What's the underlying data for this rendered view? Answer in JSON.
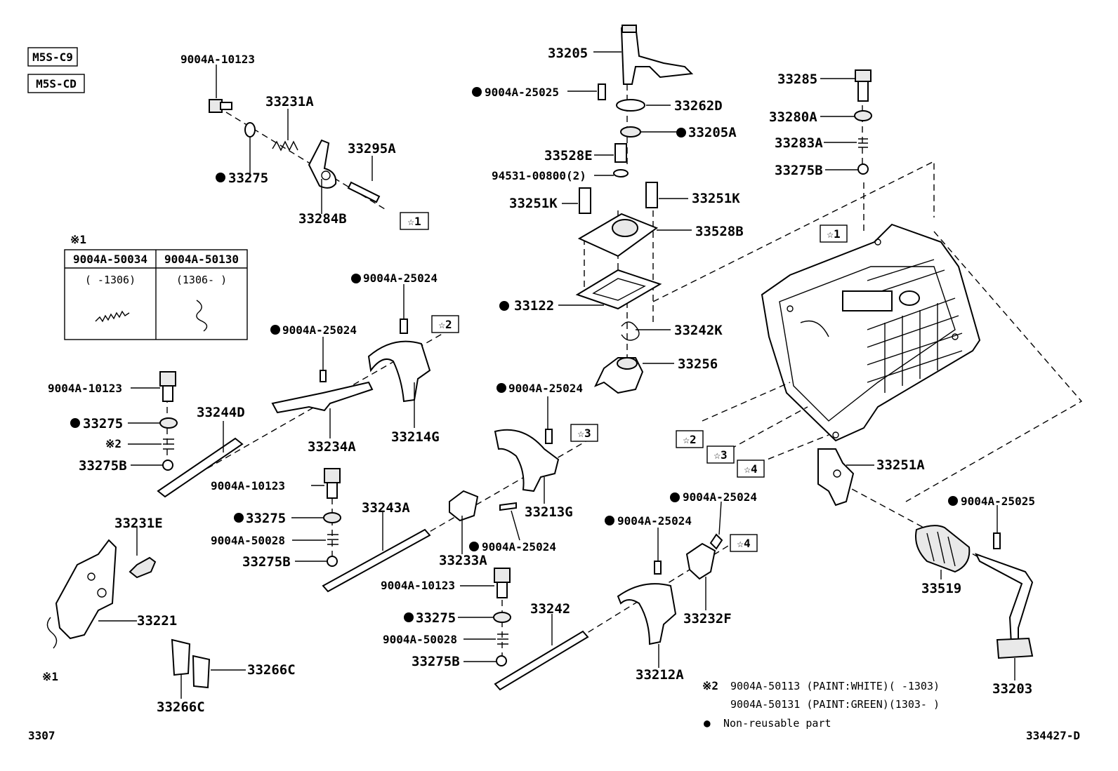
{
  "variant_codes": [
    "M5S-C9",
    "M5S-CD"
  ],
  "figure_code": "3307",
  "diagram_code": "334427-D",
  "legend": {
    "note2_prefix": "※2",
    "note2_line1": "9004A-50113 (PAINT:WHITE)(    -1303)",
    "note2_line2": "9004A-50131 (PAINT:GREEN)(1303-    )",
    "nonreusable_symbol": "●",
    "nonreusable_text": "Non-reusable part"
  },
  "spring_table": {
    "title": "※1",
    "col1_part": "9004A-50034",
    "col1_range": "(      -1306)",
    "col2_part": "9004A-50130",
    "col2_range": "(1306-      )"
  },
  "ref_marks": {
    "r1": "☆1",
    "r2": "☆2",
    "r3": "☆3",
    "r4": "☆4",
    "x1": "※1",
    "x2": "※2"
  },
  "parts": {
    "p1": "9004A-10123",
    "p2": "33231A",
    "p3": "33295A",
    "p4": "33275",
    "p5": "33284B",
    "p6": "33205",
    "p7": "9004A-25025",
    "p8": "33262D",
    "p9": "33205A",
    "p10": "33528E",
    "p11": "94531-00800(2)",
    "p12": "33251K",
    "p13": "33251K",
    "p14": "33528B",
    "p15": "33122",
    "p16": "33242K",
    "p17": "33256",
    "p18": "33285",
    "p19": "33280A",
    "p20": "33283A",
    "p21": "33275B",
    "p22": "9004A-25024",
    "p23": "9004A-25024",
    "p24": "33214G",
    "p25": "33234A",
    "p26": "9004A-10123",
    "p27": "33275",
    "p28": "33244D",
    "p29": "33275B",
    "p30": "9004A-25024",
    "p31": "33213G",
    "p32": "9004A-10123",
    "p33": "33275",
    "p34": "9004A-50028",
    "p35": "33275B",
    "p36": "33243A",
    "p37": "9004A-25024",
    "p38": "33233A",
    "p39": "33231E",
    "p40": "33221",
    "p41": "33266C",
    "p42": "33266C",
    "p43": "9004A-10123",
    "p44": "33275",
    "p45": "9004A-50028",
    "p46": "33275B",
    "p47": "33242",
    "p48": "9004A-25024",
    "p49": "9004A-25024",
    "p50": "33232F",
    "p51": "33212A",
    "p52": "33251A",
    "p53": "9004A-25025",
    "p54": "33519",
    "p55": "33203"
  }
}
